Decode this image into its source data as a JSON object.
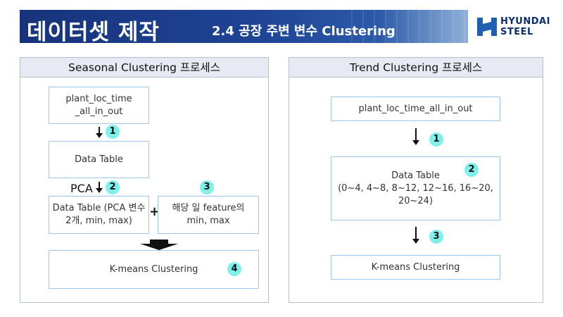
{
  "header": {
    "title": "데이터셋 제작",
    "subtitle": "2.4 공장 주변 변수 Clustering"
  },
  "logo": {
    "line1": "HYUNDAI",
    "line2": "STEEL"
  },
  "seasonal": {
    "header": "Seasonal Clustering 프로세스",
    "source_box": "plant_loc_time _all_in_out",
    "table_box": "Data Table",
    "pca_label": "PCA",
    "pca_box": "Data Table (PCA 변수 2개, min, max)",
    "plus": "+",
    "feature_box": "해당 일 feature의 min, max",
    "kmeans_box": "K-means Clustering",
    "badges": [
      "1",
      "2",
      "3",
      "4"
    ]
  },
  "trend": {
    "header": "Trend Clustering 프로세스",
    "source_box": "plant_loc_time_all_in_out",
    "table_title": "Data Table",
    "table_ranges": "(0~4, 4~8, 8~12, 12~16, 16~20, 20~24)",
    "kmeans_box": "K-means Clustering",
    "badges": [
      "1",
      "2",
      "3"
    ]
  },
  "colors": {
    "header_blue": "#1f4596",
    "panel_header_bg": "#e7eaf3",
    "box_border": "#9fc9ec",
    "badge_fill": "#7ff0ea"
  }
}
